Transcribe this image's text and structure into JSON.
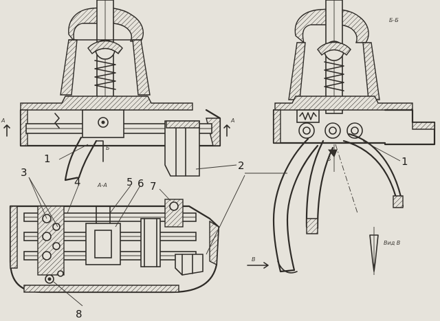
{
  "callouts": {
    "c1": "1",
    "c1b": "1",
    "c2": "2",
    "c3": "3",
    "c4": "4",
    "c5": "5",
    "c6": "6",
    "c7": "7",
    "c8": "8"
  },
  "section_marks": {
    "a_left": "А",
    "a_right": "А",
    "aa": "А-А",
    "bb": "Б-Б",
    "b": "Б",
    "b2": "Б",
    "view": "Вид В",
    "v": "В"
  },
  "colors": {
    "paper": "#e6e3db",
    "ink": "#2e2b27"
  }
}
